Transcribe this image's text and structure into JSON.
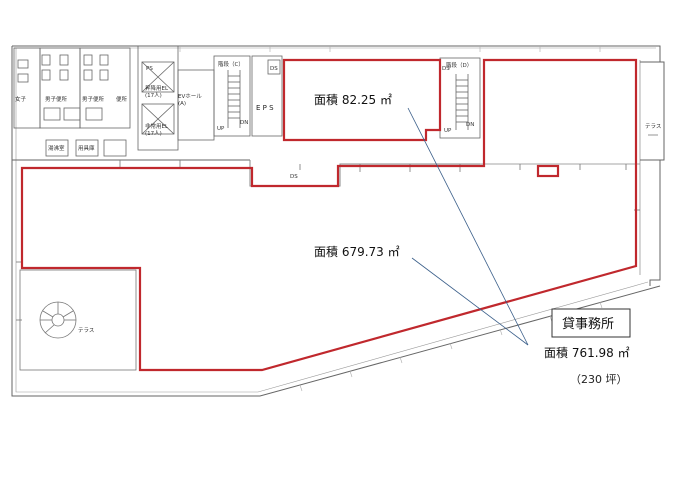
{
  "rooms": {
    "womens_wc": "女子",
    "mens_wc_1": "男子便所",
    "mens_wc_2": "男子便所",
    "womens_wc_2": "便所",
    "ps": "PS",
    "elevator_1": "昇降用EL\n(17人)",
    "elevator_2": "非常用EL\n(17人)",
    "ev_hall": "EVホール\n(A)",
    "stair_c": "階段（C）",
    "stair_d": "階段（D）",
    "eps": "E P S",
    "ds_1": "DS",
    "ds_2": "DS",
    "ds_3": "DS",
    "janitor": "湯沸室",
    "storage": "用具庫",
    "terrace_right": "テラス",
    "terrace_left": "テラス",
    "up_1": "UP",
    "dn_1": "DN",
    "up_2": "UP",
    "dn_2": "DN"
  },
  "areas": {
    "small": "面積 82.25 ㎡",
    "main": "面積 679.73 ㎡",
    "total": "面積 761.98 ㎡",
    "tsubo": "（230 坪）"
  },
  "box": {
    "label": "貸事務所"
  },
  "colors": {
    "outline": "#c0282d",
    "wall": "#555555",
    "leader": "#3b5f8a"
  }
}
